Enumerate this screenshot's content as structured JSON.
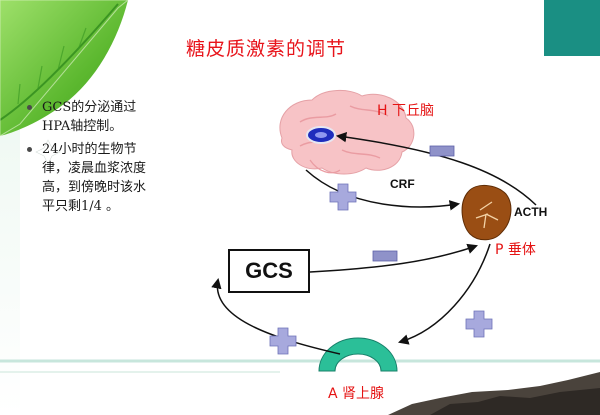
{
  "title": "糖皮质激素的调节",
  "bullets": [
    "GCS的分泌通过HPA轴控制。",
    "24小时的生物节律，凌晨血浆浓度高，到傍晚时该水平只剩1/4 。"
  ],
  "diagram": {
    "hypothalamus_label": "H 下丘脑",
    "pituitary_label": "P 垂体",
    "adrenal_label": "A 肾上腺",
    "gcs_label": "GCS",
    "crf_label": "CRF",
    "acth_label": "ACTH"
  },
  "colors": {
    "title": "#e8141b",
    "label_red": "#e51414",
    "leaf_green": "#6cbf3a",
    "teal": "#1a8f83",
    "plus_sign": "#a7a9dd",
    "minus_sign": "#8f92c9",
    "adrenal": "#2bbf98",
    "pituitary": "#9a4e14",
    "brain": "#f7c3c6"
  },
  "icons": [
    "leaf-decoration",
    "brain-icon",
    "pituitary-icon",
    "adrenal-icon",
    "plus-sign-icon",
    "minus-sign-icon"
  ]
}
